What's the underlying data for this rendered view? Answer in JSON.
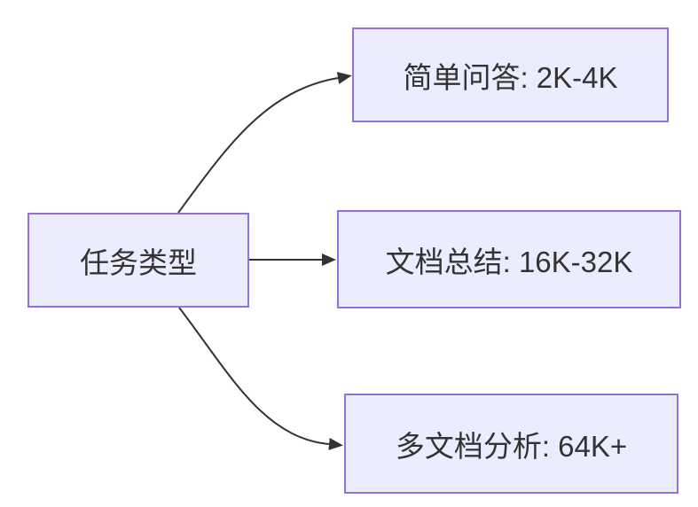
{
  "diagram": {
    "type": "flowchart",
    "direction": "left-to-right",
    "root": {
      "id": "task-type",
      "label": "任务类型"
    },
    "branches": [
      {
        "id": "simple-qa",
        "label": "简单问答: 2K-4K"
      },
      {
        "id": "doc-summary",
        "label": "文档总结: 16K-32K"
      },
      {
        "id": "multi-doc",
        "label": "多文档分析: 64K+"
      }
    ],
    "edges": [
      {
        "from": "task-type",
        "to": "simple-qa"
      },
      {
        "from": "task-type",
        "to": "doc-summary"
      },
      {
        "from": "task-type",
        "to": "multi-doc"
      }
    ],
    "colors": {
      "node_fill": "#ECECFF",
      "node_border": "#9370DB",
      "text": "#333333",
      "edge": "#333333",
      "background": "#FFFFFF"
    }
  }
}
